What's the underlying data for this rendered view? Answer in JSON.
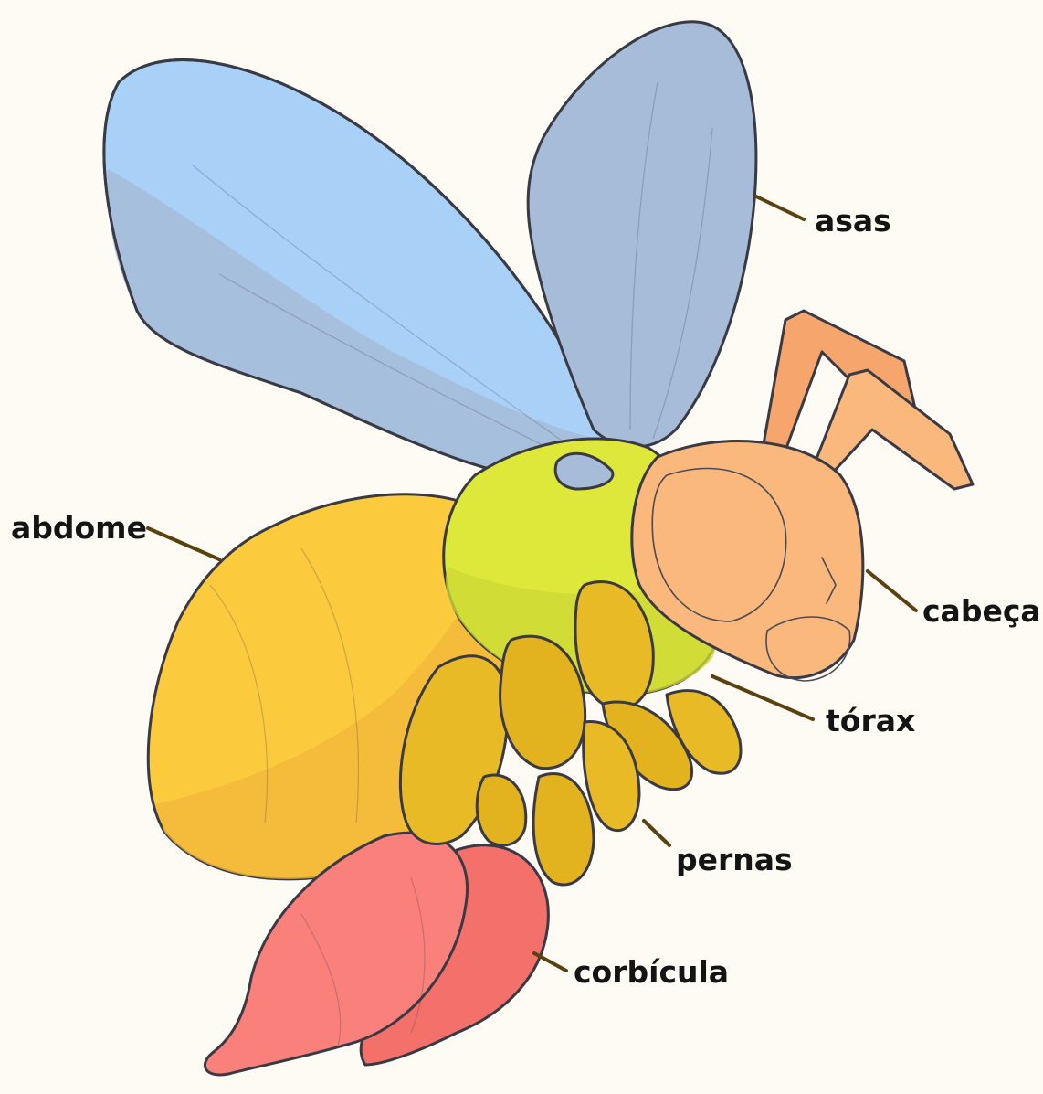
{
  "colors": {
    "wings": "#a9d1f7",
    "wings_shade": "#a6bcd8",
    "thorax": "#dde83a",
    "abdomen": "#fbcb3d",
    "abdomen_shade": "#f4b63a",
    "legs": "#e8bb26",
    "head": "#fbb87c",
    "head_shade": "#f6a56c",
    "corbicula": "#f9807b",
    "leader": "#5a4110",
    "text": "#141414"
  },
  "labels": {
    "asas": "asas",
    "abdome": "abdome",
    "cabeca": "cabeça",
    "torax": "tórax",
    "pernas": "pernas",
    "corbicula": "corbícula"
  }
}
